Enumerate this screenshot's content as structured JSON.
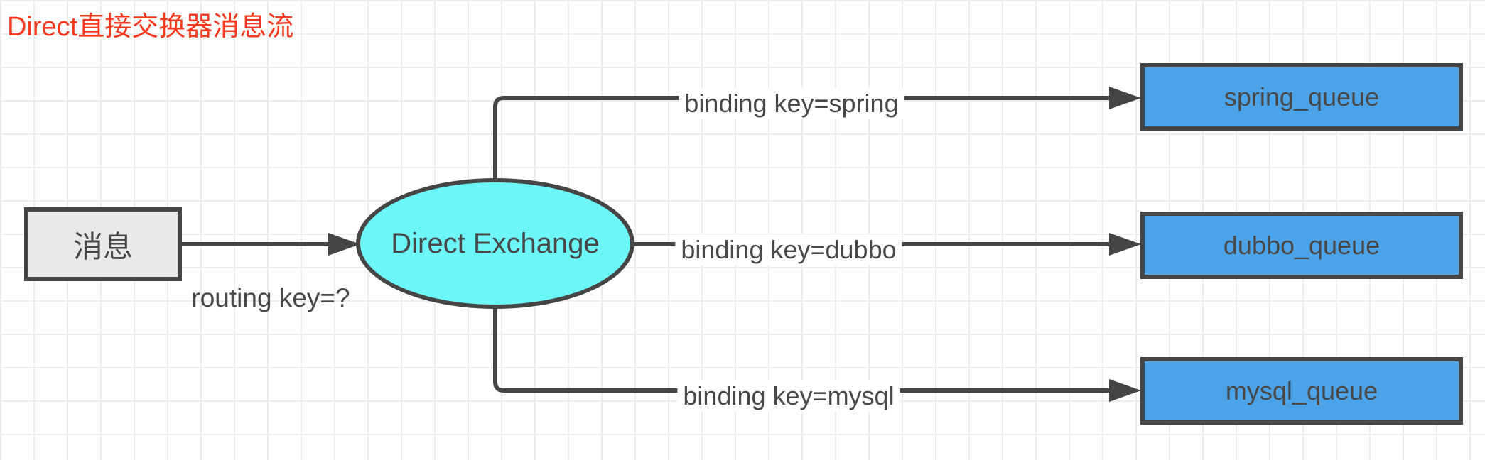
{
  "title": {
    "text": "Direct直接交换器消息流"
  },
  "colors": {
    "title": "#f5391e",
    "stroke": "#454545",
    "text": "#484848",
    "source_fill": "#e9e9e9",
    "exchange_fill": "#6df6f8",
    "queue_fill": "#4da3e8",
    "grid_line": "#ededed",
    "background": "#ffffff"
  },
  "diagram": {
    "source": {
      "label": "消息"
    },
    "routing_label": "routing key=?",
    "exchange": {
      "label": "Direct Exchange",
      "shape": "ellipse"
    },
    "bindings": [
      {
        "label": "binding key=spring",
        "queue": "spring_queue"
      },
      {
        "label": "binding key=dubbo",
        "queue": "dubbo_queue"
      },
      {
        "label": "binding key=mysql",
        "queue": "mysql_queue"
      }
    ]
  }
}
